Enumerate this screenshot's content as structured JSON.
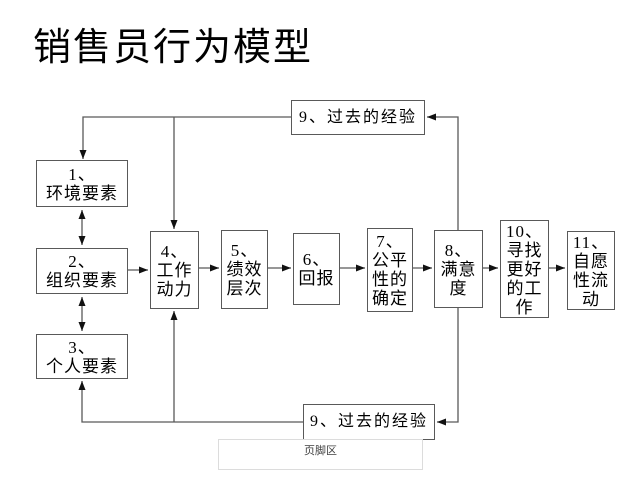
{
  "slide": {
    "title": "销售员行为模型",
    "footer_label": "页脚区"
  },
  "colors": {
    "line": "#595959",
    "arrowhead": "#111111",
    "box_border": "#595959",
    "text": "#000000",
    "footer_border": "#dcdcdc"
  },
  "diagram": {
    "nodes": {
      "exp_top": {
        "label": "9、过去的经验"
      },
      "env": {
        "label": "1、\n环境要素"
      },
      "org": {
        "label": "2、\n组织要素"
      },
      "personal": {
        "label": "3、\n个人要素"
      },
      "motivation": {
        "label": "4、\n工作\n动力"
      },
      "performance": {
        "label": "5、\n绩效\n层次"
      },
      "reward": {
        "label": "6、\n回报"
      },
      "fairness": {
        "label": "7、\n公平\n性的\n确定"
      },
      "satisfaction": {
        "label": "8、\n满意\n度"
      },
      "job_search": {
        "label": "10、\n寻找\n更好\n的工\n作"
      },
      "turnover": {
        "label": "11、\n自愿\n性流\n动"
      },
      "exp_bottom": {
        "label": "9、过去的经验"
      }
    }
  }
}
